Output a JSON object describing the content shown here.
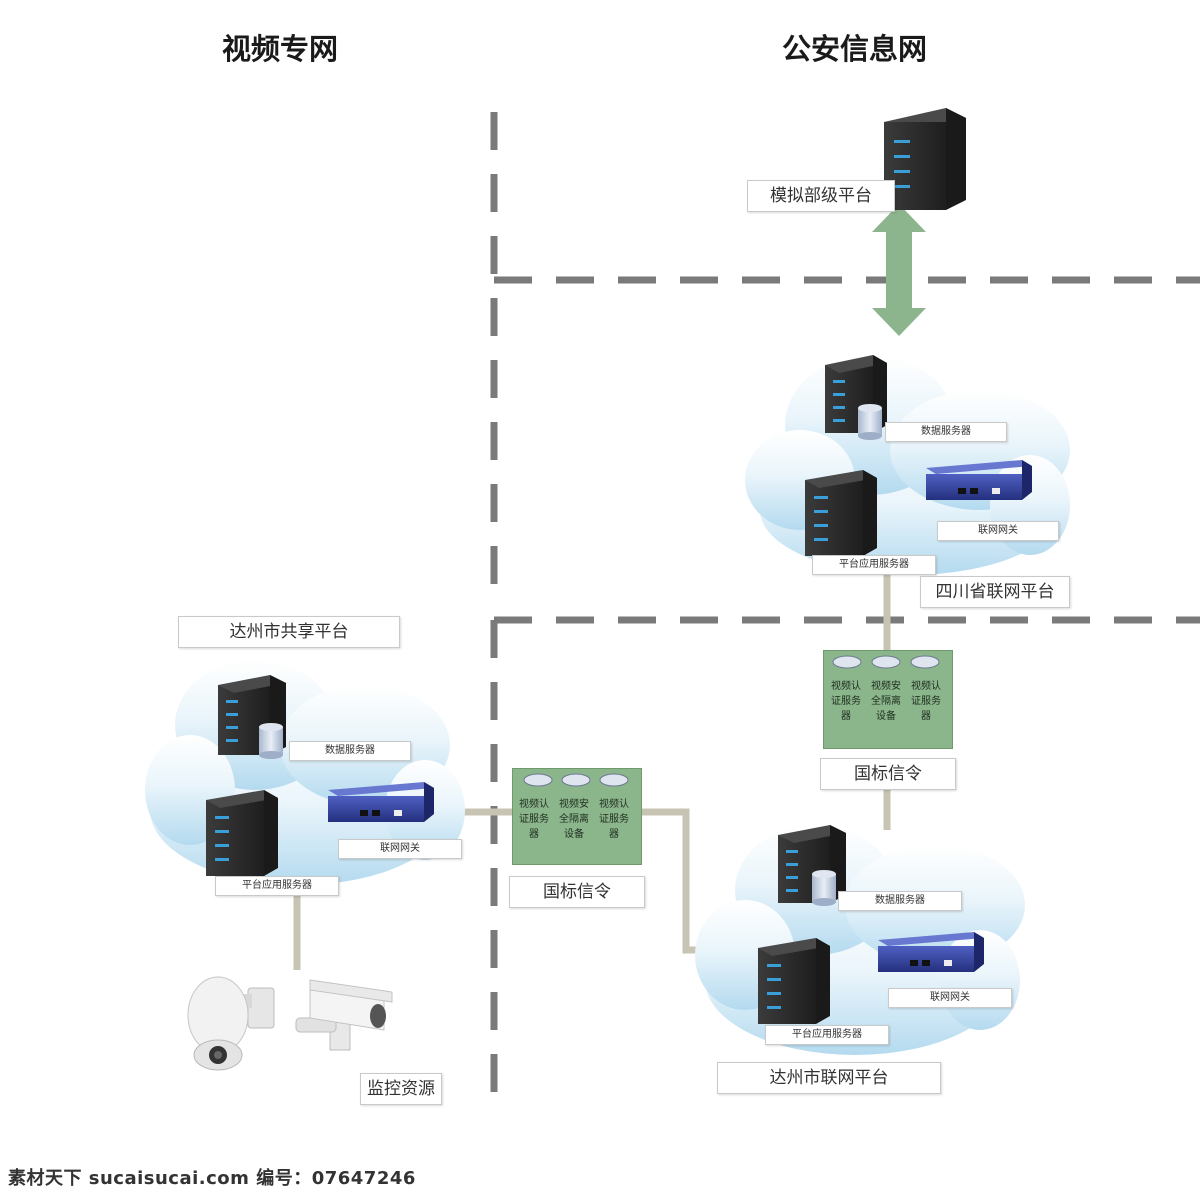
{
  "zones": {
    "left_title": "视频专网",
    "right_title": "公安信息网"
  },
  "ministry": {
    "label": "模拟部级平台"
  },
  "sichuan": {
    "platform_label": "四川省联网平台",
    "data_server": "数据服务器",
    "gateway": "联网网关",
    "app_server": "平台应用服务器"
  },
  "dazhou_share": {
    "platform_label": "达州市共享平台",
    "data_server": "数据服务器",
    "gateway": "联网网关",
    "app_server": "平台应用服务器"
  },
  "dazhou_net": {
    "platform_label": "达州市联网平台",
    "data_server": "数据服务器",
    "gateway": "联网网关",
    "app_server": "平台应用服务器"
  },
  "security_panel_top": {
    "cols": [
      "视频认证服务器",
      "视频安全隔离设备",
      "视频认证服务器"
    ],
    "signal_label": "国标信令"
  },
  "security_panel_mid": {
    "cols": [
      "视频认证服务器",
      "视频安全隔离设备",
      "视频认证服务器"
    ],
    "signal_label": "国标信令"
  },
  "monitoring": {
    "label": "监控资源"
  },
  "watermark": {
    "text": "素材天下 sucaisucai.com  编号：07647246"
  },
  "colors": {
    "dash_line": "#7a7a7a",
    "connector": "#c7c4b4",
    "arrow": "#8db58d",
    "panel": "#8bb58b",
    "cloud_top": "#ffffff",
    "cloud_bottom": "#b7dcf0",
    "server": "#2d2d2d",
    "server_led": "#3a9fd8",
    "gateway": "#2f3f9a"
  }
}
